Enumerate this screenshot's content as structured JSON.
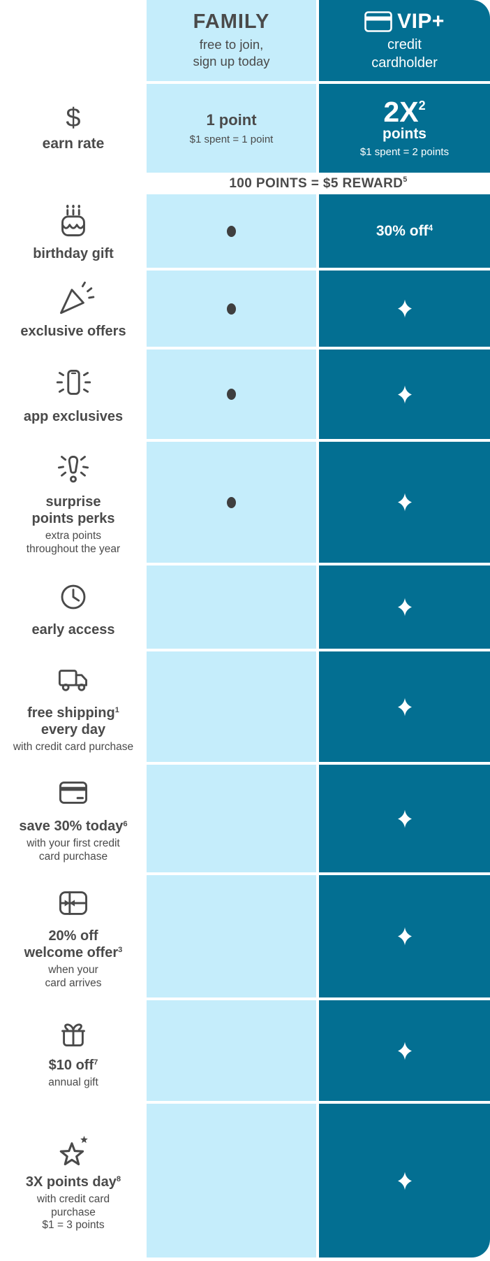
{
  "colors": {
    "family_bg": "#c5edfb",
    "vip_bg": "#036f92",
    "text": "#4a4a4a",
    "dot": "#3f3f3f",
    "white": "#ffffff"
  },
  "header": {
    "family": {
      "title": "FAMILY",
      "subtitle_lines": [
        "free to join,",
        "sign up today"
      ]
    },
    "vip": {
      "title": "VIP+",
      "icon": "credit-card-icon",
      "subtitle_lines": [
        "credit",
        "cardholder"
      ]
    }
  },
  "earn_rate": {
    "label": "earn rate",
    "icon_glyph": "$",
    "family": {
      "main": "1 point",
      "sub": "$1 spent = 1 point"
    },
    "vip": {
      "main": "2X",
      "main_sup": "2",
      "secondary": "points",
      "sub": "$1 spent = 2 points"
    }
  },
  "banner": {
    "text": "100 POINTS = $5 REWARD",
    "sup": "5"
  },
  "benefits": [
    {
      "id": "birthday-gift",
      "icon": "birthday-cake-icon",
      "title_lines": [
        [
          {
            "text": "birthday gift"
          }
        ]
      ],
      "sub_lines": [],
      "family": {
        "type": "dot"
      },
      "vip": {
        "type": "text",
        "text": "30% off",
        "sup": "4"
      }
    },
    {
      "id": "exclusive-offers",
      "icon": "party-popper-icon",
      "title_lines": [
        [
          {
            "text": "exclusive offers"
          }
        ]
      ],
      "sub_lines": [],
      "family": {
        "type": "dot"
      },
      "vip": {
        "type": "sparkle"
      }
    },
    {
      "id": "app-exclusives",
      "icon": "phone-icon",
      "title_lines": [
        [
          {
            "text": "app exclusives"
          }
        ]
      ],
      "sub_lines": [],
      "family": {
        "type": "dot"
      },
      "vip": {
        "type": "sparkle"
      }
    },
    {
      "id": "surprise-points-perks",
      "icon": "surprise-icon",
      "title_lines": [
        [
          {
            "text": "surprise"
          }
        ],
        [
          {
            "text": "points perks"
          }
        ]
      ],
      "sub_lines": [
        "extra points",
        "throughout the year"
      ],
      "family": {
        "type": "dot"
      },
      "vip": {
        "type": "sparkle"
      }
    },
    {
      "id": "early-access",
      "icon": "clock-icon",
      "title_lines": [
        [
          {
            "text": "early access"
          }
        ]
      ],
      "sub_lines": [],
      "family": {
        "type": "empty"
      },
      "vip": {
        "type": "sparkle"
      }
    },
    {
      "id": "free-shipping-every-day",
      "icon": "truck-icon",
      "title_lines": [
        [
          {
            "text": "free shipping"
          },
          {
            "text": "1",
            "sup": true
          }
        ],
        [
          {
            "text": "every day"
          }
        ]
      ],
      "sub_lines": [
        "with credit card purchase"
      ],
      "family": {
        "type": "empty"
      },
      "vip": {
        "type": "sparkle"
      }
    },
    {
      "id": "save-30-today",
      "icon": "credit-card-icon",
      "title_lines": [
        [
          {
            "text": "save 30% today"
          },
          {
            "text": "6",
            "sup": true
          }
        ]
      ],
      "sub_lines": [
        "with your first credit",
        "card purchase"
      ],
      "family": {
        "type": "empty"
      },
      "vip": {
        "type": "sparkle"
      }
    },
    {
      "id": "welcome-offer-20",
      "icon": "gift-flat-icon",
      "title_lines": [
        [
          {
            "text": "20% off"
          }
        ],
        [
          {
            "text": "welcome offer"
          },
          {
            "text": "3",
            "sup": true
          }
        ]
      ],
      "sub_lines": [
        "when your",
        "card arrives"
      ],
      "family": {
        "type": "empty"
      },
      "vip": {
        "type": "sparkle"
      }
    },
    {
      "id": "ten-dollars-off",
      "icon": "gift-box-icon",
      "title_lines": [
        [
          {
            "text": "$10 off"
          },
          {
            "text": "7",
            "sup": true
          }
        ]
      ],
      "sub_lines": [
        "annual gift"
      ],
      "family": {
        "type": "empty"
      },
      "vip": {
        "type": "sparkle"
      }
    },
    {
      "id": "three-x-points-day",
      "icon": "star-icon",
      "title_lines": [
        [
          {
            "text": "3X points day"
          },
          {
            "text": "8",
            "sup": true
          }
        ]
      ],
      "sub_lines": [
        "with credit card",
        "purchase",
        "$1 = 3 points"
      ],
      "family": {
        "type": "empty"
      },
      "vip": {
        "type": "sparkle"
      }
    }
  ]
}
